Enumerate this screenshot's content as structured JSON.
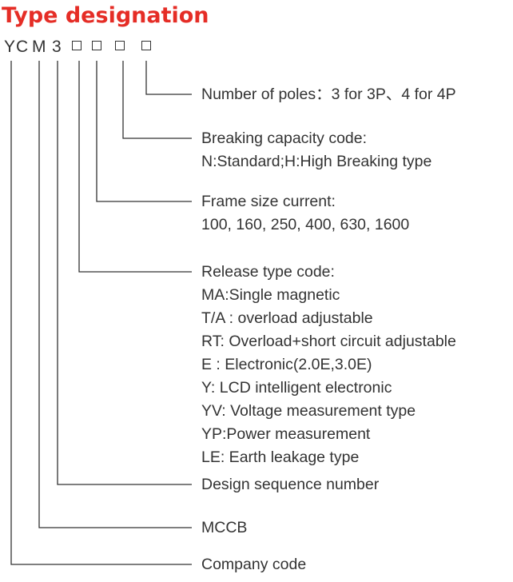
{
  "title": "Type designation",
  "title_color": "#e52d26",
  "text_color": "#333333",
  "line_color": "#333333",
  "code": {
    "chars": [
      "Y",
      "C",
      "M",
      "3"
    ],
    "placeholder_box_count": 4
  },
  "descriptions": {
    "poles": [
      "Number of poles：3 for 3P、4 for 4P"
    ],
    "breaking": [
      "Breaking capacity code:",
      "N:Standard;H:High Breaking type"
    ],
    "frame": [
      "Frame size current:",
      "100, 160, 250, 400, 630, 1600"
    ],
    "release": [
      "Release type code:",
      "MA:Single magnetic",
      "T/A : overload adjustable",
      "RT: Overload+short circuit adjustable",
      "E : Electronic(2.0E,3.0E)",
      "Y: LCD intelligent electronic",
      "YV: Voltage measurement type",
      "YP:Power measurement",
      "LE: Earth leakage type"
    ],
    "sequence": [
      "Design sequence number"
    ],
    "mccb": [
      "MCCB"
    ],
    "company": [
      "Company code"
    ]
  }
}
